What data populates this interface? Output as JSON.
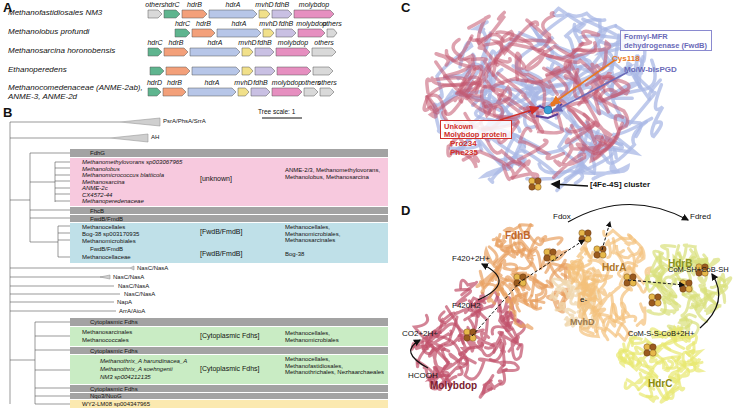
{
  "diagram": {
    "nodes": [
      {
        "text": [
          "FdhG"
        ]
      },
      {
        "text": [
          "Methanomethylovorans sp003067965",
          "Methanolobus",
          "Methanomicrococcus blatticola",
          "Methanosarcina",
          "ANME-2c",
          "CX4572-44",
          "Methanoperedenaceae",
          "[unknown]",
          "ANME-2/3, Methanomethylovorans, Methanolobus, Methanosarcina"
        ]
      },
      {
        "text": [
          "FhcB"
        ]
      },
      {
        "text": [
          "FwdB/FmdB"
        ]
      },
      {
        "text": [
          "Methanocellales",
          "Bog-38 sp003170935",
          "Methanomicrobiales",
          "FwdB/FmdB",
          "Methanocellaceae",
          "[FwdB/FmdB]",
          "Methanocellales, Methanomicrobiales, Methanosarcinales",
          "[FwdB/FmdB]",
          "Bog-38"
        ]
      },
      {
        "text": [
          "Cytoplasmic Fdhs"
        ]
      },
      {
        "text": [
          "Methanosarcinales",
          "Methanococcales",
          "[Cytoplasmic Fdhs]",
          "Methanocellales, Methanomicrobiales"
        ]
      },
      {
        "text": [
          "Cytoplasmic Fdhs"
        ]
      },
      {
        "text": [
          "Methanothrix_A harundinacea_A",
          "Methanothrix_A soehngenii",
          "NM3 sp004212135",
          "[Cytoplasmic Fdhs]",
          "Methanocellales, Methanofastidiosales, Methanothrichales, Nezhaarchaeales"
        ]
      },
      {
        "text": [
          "Cytoplasmic Fdhs"
        ]
      },
      {
        "text": [
          "Nqo3/NuoG"
        ]
      },
      {
        "text": [
          "WY2-LM08 sp004347965"
        ]
      },
      {
        "text": [
          "Formyl-MFR dehydrogenase (FwdB)"
        ]
      },
      {
        "text": [
          "Unkown Molybdop protein"
        ]
      }
    ],
    "labels": [
      "A",
      "B",
      "C",
      "D",
      "Methanofastidiosales NM3",
      "Methanolobus profundi",
      "Methanosarcina horonobensis",
      "Ethanoperedens",
      "Methanocomedenaceae (ANME-2ab), ANME-3, ANME-2d",
      "others",
      "hdrC",
      "hdrB",
      "hdrA",
      "mvhD",
      "fdhB",
      "molybdop",
      "hdrC",
      "hdrB",
      "hdrA",
      "mvhD",
      "fdhB",
      "molybdop",
      "others",
      "hdrC",
      "hdrB",
      "hdrA",
      "mvhD",
      "fdhB",
      "molybdop",
      "others",
      "hdrD",
      "hdrB",
      "hdrA",
      "mvhD",
      "fdhB",
      "molybdop",
      "others",
      "others",
      "Tree scale: 1",
      "PsrA/PhsA/SrrA",
      "AH",
      "NasC/NasA",
      "NasC/NasA",
      "NasC/NasA",
      "NasC/NasA",
      "NapA",
      "ArrA/AioA",
      "Cys118",
      "Mo/W-bisPGD",
      "Pro234",
      "Phe235",
      "[4Fe-4S] cluster",
      "FdhB",
      "HdrA",
      "HdrB",
      "MvhD",
      "HdrC",
      "Molybdop",
      "F420+2H+",
      "F420H2",
      "Fdox",
      "Fdred",
      "CoM-SH+CoB-SH",
      "CoM-S-S-CoB+2H+",
      "CO2+2H+",
      "HCOOH",
      "e-"
    ]
  }
}
